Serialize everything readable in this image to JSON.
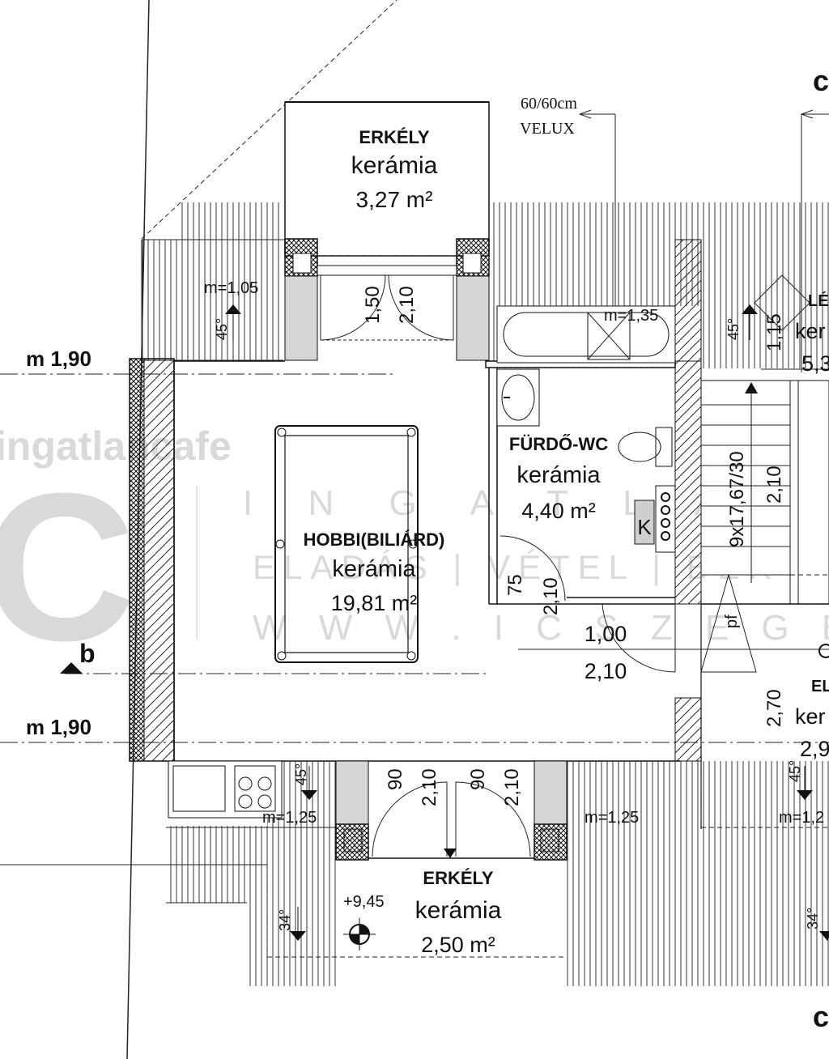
{
  "balcony_top": {
    "name": "ERKÉLY",
    "material": "kerámia",
    "area": "3,27 m²"
  },
  "hobby_room": {
    "name": "HOBBI(BILIÁRD)",
    "material": "kerámia",
    "area": "19,81 m²"
  },
  "bathroom": {
    "name": "FÜRDŐ-WC",
    "material": "kerámia",
    "area": "4,40 m²",
    "boiler_label": "K"
  },
  "balcony_bottom": {
    "name": "ERKÉLY",
    "material": "kerámia",
    "area": "2,50 m²",
    "elevation": "+9,45"
  },
  "velux": {
    "size": "60/60cm",
    "label": "VELUX"
  },
  "levels": {
    "m190_top": "m 1,90",
    "m190_bottom": "m 1,90",
    "section_b": "b"
  },
  "roof": {
    "m105": "m=1,05",
    "m135": "m=1,35",
    "m125_left": "m=1,25",
    "m125_mid": "m=1,25",
    "m125_right": "m=1,2",
    "slope45": "45°",
    "slope34": "34°"
  },
  "dims": {
    "door_top_w": "1,50",
    "door_top_h": "2,10",
    "bath_door_w": "75",
    "bath_door_h": "2,10",
    "door_mid_w": "1,00",
    "door_mid_h": "2,10",
    "stairs": "9x17,67/30",
    "stairs_h": "2,10",
    "door_b1_w": "90",
    "door_b1_h": "2,10",
    "door_b2_w": "90",
    "door_b2_h": "2,10",
    "right_115": "1,15",
    "right_270": "2,70",
    "pf": "pf"
  },
  "right_partial": {
    "top_letter": "c",
    "bottom_letter": "c",
    "room1_name": "LÉ",
    "room1_mat": "ker",
    "room1_area": "5,3",
    "room2_name": "EL",
    "room2_mat": "ker",
    "room2_area": "2,9"
  },
  "watermark": {
    "brand_top": "ingatlancafe",
    "logo_letter": "C",
    "line1": "I N G A T L A",
    "line2": "ELADÁS | VÉTEL | BÉR",
    "line3": "W W W . I C S Z E G E D"
  }
}
